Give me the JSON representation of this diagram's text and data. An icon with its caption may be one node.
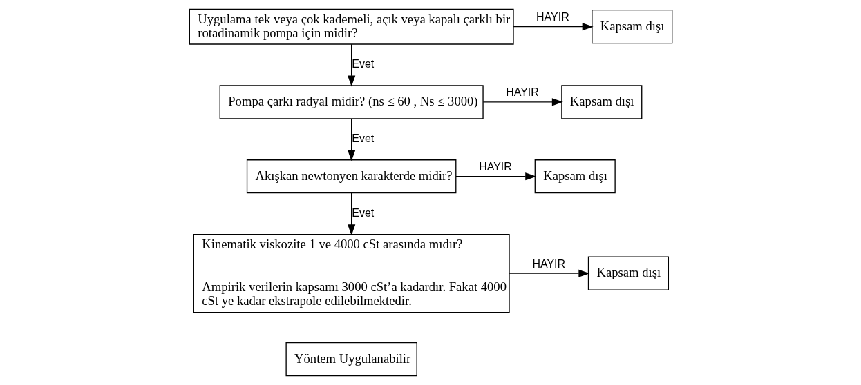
{
  "diagram": {
    "nodes": [
      {
        "text": [
          "Uygulama tek veya çok kademeli, açık veya kapalı çarklı bir rotadinamik pompa için midir?"
        ]
      },
      {
        "text": [
          "Kapsam dışı"
        ]
      },
      {
        "text": [
          "Pompa çarkı radyal midir? (ns ≤ 60 , Ns ≤ 3000)"
        ]
      },
      {
        "text": [
          "Kapsam dışı"
        ]
      },
      {
        "text": [
          "Akışkan newtonyen karakterde midir?"
        ]
      },
      {
        "text": [
          "Kapsam dışı"
        ]
      },
      {
        "text": [
          "Kinematik viskozite 1 ve 4000 cSt arasında mıdır?",
          "Ampirik verilerin kapsamı 3000 cSt’a kadardır. Fakat 4000 cSt ye kadar ekstrapole edilebilmektedir."
        ]
      },
      {
        "text": [
          "Kapsam dışı"
        ]
      },
      {
        "text": [
          "Yöntem Uygulanabilir"
        ]
      }
    ],
    "edges": [
      {
        "from": 0,
        "to": 1,
        "arrow": "to",
        "label": "HAYIR"
      },
      {
        "from": 0,
        "to": 2,
        "arrow": "to",
        "label": "Evet"
      },
      {
        "from": 2,
        "to": 3,
        "arrow": "to",
        "label": "HAYIR"
      },
      {
        "from": 2,
        "to": 4,
        "arrow": "to",
        "label": "Evet"
      },
      {
        "from": 4,
        "to": 5,
        "arrow": "to",
        "label": "HAYIR"
      },
      {
        "from": 4,
        "to": 6,
        "arrow": "to",
        "label": "Evet"
      },
      {
        "from": 6,
        "to": 7,
        "arrow": "to",
        "label": "HAYIR"
      }
    ]
  }
}
